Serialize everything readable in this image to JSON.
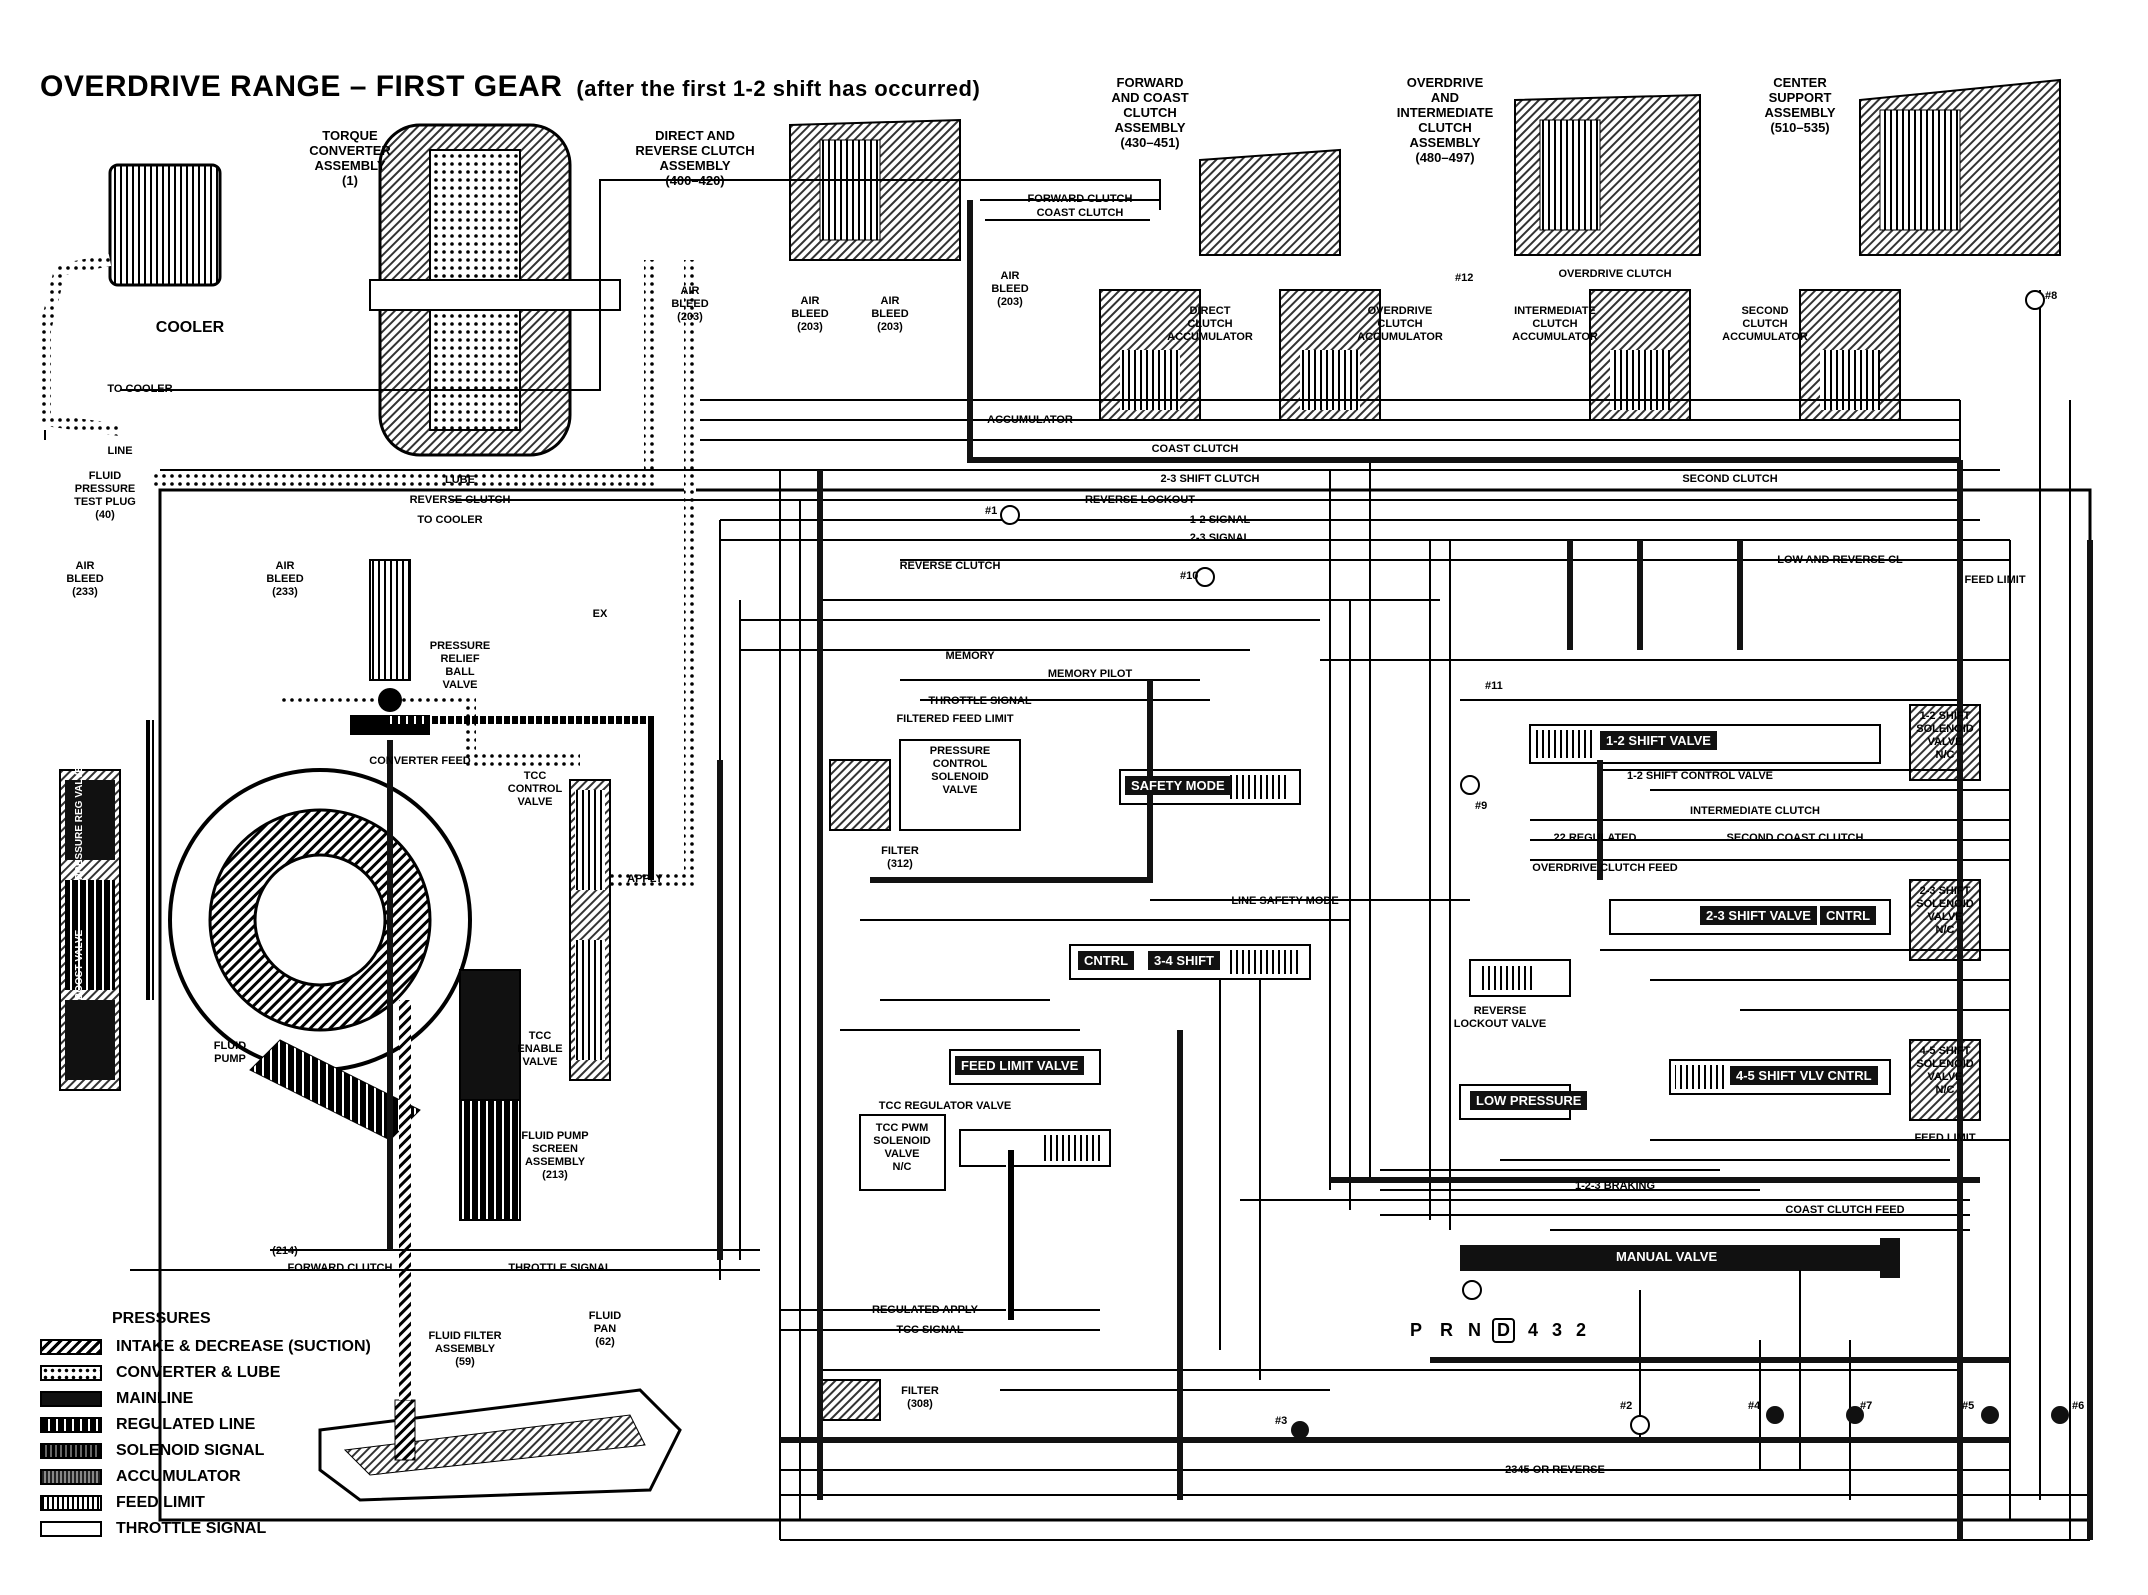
{
  "title": "OVERDRIVE RANGE – FIRST GEAR",
  "subtitle": "(after the first 1-2 shift has occurred)",
  "components": {
    "torque_converter": "TORQUE\nCONVERTER\nASSEMBLY\n(1)",
    "direct_reverse": "DIRECT AND\nREVERSE CLUTCH\nASSEMBLY\n(400–420)",
    "forward_coast": "FORWARD\nAND COAST\nCLUTCH\nASSEMBLY\n(430–451)",
    "overdrive_intermediate": "OVERDRIVE\nAND\nINTERMEDIATE\nCLUTCH\nASSEMBLY\n(480–497)",
    "center_support": "CENTER\nSUPPORT\nASSEMBLY\n(510–535)",
    "cooler": "COOLER",
    "fluid_pressure_test_plug": "FLUID\nPRESSURE\nTEST PLUG\n(40)",
    "air_bleed_233_a": "AIR\nBLEED\n(233)",
    "air_bleed_233_b": "AIR\nBLEED\n(233)",
    "air_bleed_203_a": "AIR\nBLEED\n(203)",
    "air_bleed_203_b": "AIR\nBLEED\n(203)",
    "air_bleed_203_c": "AIR\nBLEED\n(203)",
    "air_bleed_203_d": "AIR\nBLEED\n(203)",
    "pressure_relief": "PRESSURE\nRELIEF\nBALL\nVALVE",
    "tcc_control_valve": "TCC\nCONTROL\nVALVE",
    "tcc_enable_valve": "TCC\nENABLE\nVALVE",
    "fluid_pump": "FLUID\nPUMP",
    "fluid_pump_screen": "FLUID PUMP\nSCREEN\nASSEMBLY\n(213)",
    "fluid_filter_assembly": "FLUID FILTER\nASSEMBLY\n(59)",
    "fluid_pan": "FLUID\nPAN\n(62)",
    "direct_clutch_accumulator": "DIRECT\nCLUTCH\nACCUMULATOR",
    "overdrive_clutch_accumulator": "OVERDRIVE\nCLUTCH\nACCUMULATOR",
    "intermediate_clutch_accumulator": "INTERMEDIATE\nCLUTCH\nACCUMULATOR",
    "second_clutch_accumulator": "SECOND\nCLUTCH\nACCUMULATOR",
    "pressure_control_solenoid": "PRESSURE\nCONTROL\nSOLENOID\nVALVE",
    "filter_312": "FILTER\n(312)",
    "filter_308": "FILTER\n(308)",
    "tcc_regulator_valve": "TCC REGULATOR VALVE",
    "tcc_pwm_solenoid": "TCC PWM\nSOLENOID\nVALVE\nN/C",
    "reverse_lockout_valve": "REVERSE\nLOCKOUT VALVE",
    "shift_solenoid_12": "1-2 SHIFT\nSOLENOID\nVALVE\nN/C",
    "shift_solenoid_23": "2-3 SHIFT\nSOLENOID\nVALVE\nN/C",
    "shift_solenoid_45": "4-5 SHIFT\nSOLENOID\nVALVE\nN/C",
    "boost_valve": "BOOST VALVE",
    "pressure_reg_valve": "PRESSURE REG VALVE",
    "range_214": "(214)"
  },
  "valves": {
    "shift_12": "1-2 SHIFT VALVE",
    "shift_control_12": "1-2 SHIFT CONTROL VALVE",
    "safety_mode": "SAFETY MODE",
    "shift_23": "2-3 SHIFT VALVE",
    "cntrl_23": "CNTRL",
    "cntrl_34": "CNTRL",
    "shift_34": "3-4 SHIFT",
    "feed_limit": "FEED LIMIT VALVE",
    "shift_45": "4-5 SHIFT VLV CNTRL",
    "low_pressure": "LOW PRESSURE",
    "manual_valve": "MANUAL VALVE"
  },
  "gear_selector": [
    "P",
    "R",
    "N",
    "D",
    "4",
    "3",
    "2"
  ],
  "passages": {
    "fwd_clutch_top": "FORWARD CLUTCH",
    "coast_clutch_top": "COAST CLUTCH",
    "overdrive_clutch_top": "OVERDRIVE CLUTCH",
    "to_cooler": "TO COOLER",
    "line_1": "LINE",
    "lube": "LUBE",
    "reverse_clutch": "REVERSE CLUTCH",
    "to_cooler_2": "TO COOLER",
    "accumulator": "ACCUMULATOR",
    "coast_clutch_mid": "COAST CLUTCH",
    "clutch_23": "2-3 SHIFT CLUTCH",
    "second_clutch": "SECOND CLUTCH",
    "reverse_lockout": "REVERSE LOCKOUT",
    "signal_12": "1-2 SIGNAL",
    "signal_23": "2-3 SIGNAL",
    "reverse_clutch_2": "REVERSE CLUTCH",
    "low_reverse": "LOW AND REVERSE CL",
    "feed_limit_a": "FEED LIMIT",
    "memory": "MEMORY",
    "memory_pilot": "MEMORY PILOT",
    "throttle_signal": "THROTTLE SIGNAL",
    "filtered_feed_limit": "FILTERED FEED LIMIT",
    "converter_feed": "CONVERTER FEED",
    "intermediate_clutch": "INTERMEDIATE CLUTCH",
    "second_coast_clutch": "SECOND COAST CLUTCH",
    "reg_22": "22 REGULATED",
    "overdrive_clutch_feed": "OVERDRIVE CLUTCH FEED",
    "line_safety_mode": "LINE SAFETY MODE",
    "feed_limit_b": "FEED LIMIT",
    "forward_clutch_bottom": "FORWARD CLUTCH",
    "throttle_signal_b": "THROTTLE SIGNAL",
    "regulated_apply": "REGULATED APPLY",
    "tcc_signal": "TCC SIGNAL",
    "r2345_reverse": "2345 OR REVERSE",
    "coast_clutch_feed": "COAST CLUTCH FEED",
    "braking_123": "1-2-3 BRAKING",
    "apply": "APPLY",
    "ex": "EX"
  },
  "legend": {
    "title": "PRESSURES",
    "items": [
      {
        "key": "intake",
        "label": "INTAKE & DECREASE (SUCTION)"
      },
      {
        "key": "conv",
        "label": "CONVERTER & LUBE"
      },
      {
        "key": "main",
        "label": "MAINLINE"
      },
      {
        "key": "reg",
        "label": "REGULATED LINE"
      },
      {
        "key": "sol",
        "label": "SOLENOID SIGNAL"
      },
      {
        "key": "acc",
        "label": "ACCUMULATOR"
      },
      {
        "key": "feed",
        "label": "FEED LIMIT"
      },
      {
        "key": "thr",
        "label": "THROTTLE SIGNAL"
      }
    ]
  },
  "checkballs": [
    "#1",
    "#2",
    "#3",
    "#4",
    "#5",
    "#6",
    "#7",
    "#8",
    "#9",
    "#10",
    "#11",
    "#12"
  ]
}
